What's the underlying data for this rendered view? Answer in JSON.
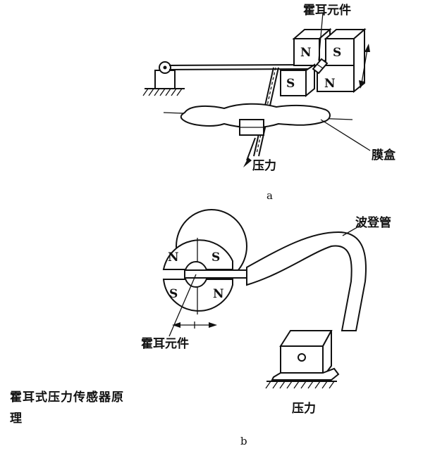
{
  "figure_a": {
    "hall_element_label": "霍耳元件",
    "pressure_label": "压力",
    "diaphragm_label": "膜盒",
    "sub_label": "a",
    "poles": {
      "top_left": "N",
      "top_right": "S",
      "bottom_left": "S",
      "bottom_right": "N"
    }
  },
  "figure_b": {
    "bourdon_label": "波登管",
    "hall_element_label": "霍耳元件",
    "pressure_label": "压力",
    "sub_label": "b",
    "poles": {
      "top_left": "N",
      "top_right": "S",
      "bottom_left": "S",
      "bottom_right": "N"
    }
  },
  "caption": {
    "line1": "霍耳式压力传感器原",
    "line2": "理"
  }
}
